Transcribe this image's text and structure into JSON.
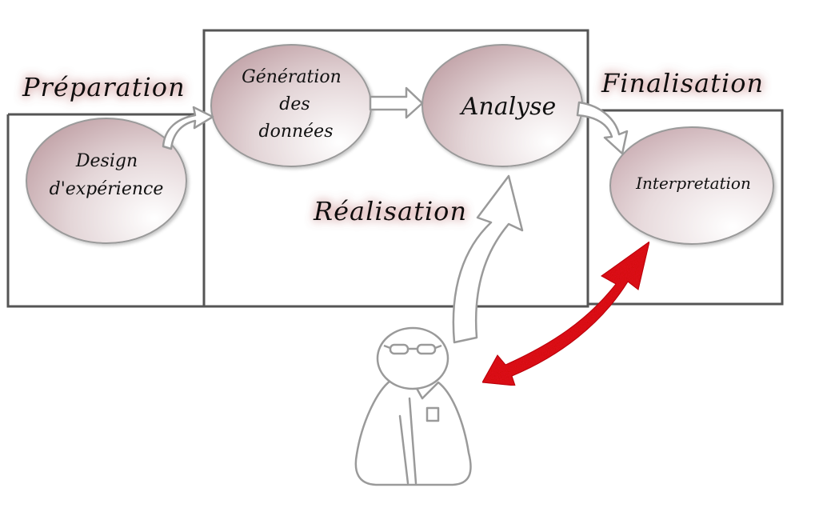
{
  "stages": {
    "preparation": "Préparation",
    "realisation": "Réalisation",
    "finalisation": "Finalisation"
  },
  "nodes": {
    "design": [
      "Design",
      "d'expérience"
    ],
    "generation": [
      "Génération",
      "des",
      "données"
    ],
    "analyse": "Analyse",
    "interpretation": "Interpretation"
  },
  "colors": {
    "label_glow": "#c98a8a",
    "node_fill_light": "#ffffff",
    "node_fill_dark": "#c2a3a8",
    "red_arrow": "#e0141e",
    "box_stroke": "#555555"
  },
  "icons": {
    "scientist": "scientist-figure-icon",
    "red_arrow": "double-headed-red-arrow-icon",
    "white_arrow": "white-curved-arrow-icon"
  }
}
